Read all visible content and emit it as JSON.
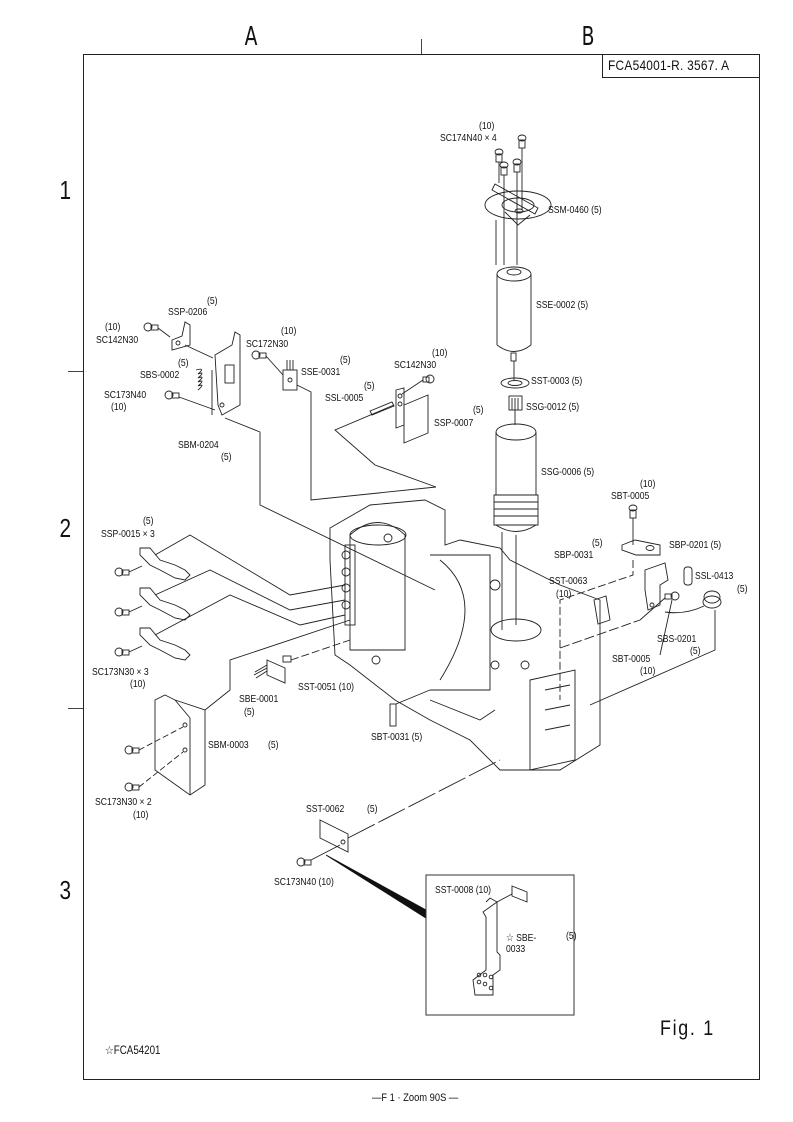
{
  "document": {
    "doc_number": "FCA54001-R. 3567. A",
    "figure_label": "Fig.  1",
    "reference": "☆FCA54201",
    "footer": "—F 1 · Zoom 90S —"
  },
  "grid": {
    "columns": [
      "A",
      "B"
    ],
    "rows": [
      "1",
      "2",
      "3"
    ]
  },
  "parts": [
    {
      "id": "sc174n40",
      "code": "SC174N40 × 4",
      "qty": "(10)"
    },
    {
      "id": "ssm-0460",
      "code": "SSM-0460",
      "qty": "(5)"
    },
    {
      "id": "sse-0002",
      "code": "SSE-0002",
      "qty": "(5)"
    },
    {
      "id": "sst-0003",
      "code": "SST-0003",
      "qty": "(5)"
    },
    {
      "id": "ssg-0012",
      "code": "SSG-0012",
      "qty": "(5)"
    },
    {
      "id": "ssg-0006",
      "code": "SSG-0006",
      "qty": "(5)"
    },
    {
      "id": "ssp-0206",
      "code": "SSP-0206",
      "qty": "(5)"
    },
    {
      "id": "sc142n30-a",
      "code": "SC142N30",
      "qty": "(10)"
    },
    {
      "id": "sbs-0002",
      "code": "SBS-0002",
      "qty": "(5)"
    },
    {
      "id": "sc173n40-a",
      "code": "SC173N40",
      "qty": "(10)"
    },
    {
      "id": "sbm-0204",
      "code": "SBM-0204",
      "qty": "(5)"
    },
    {
      "id": "sc172n30",
      "code": "SC172N30",
      "qty": "(10)"
    },
    {
      "id": "sse-0031",
      "code": "SSE-0031",
      "qty": "(5)"
    },
    {
      "id": "sc142n30-b",
      "code": "SC142N30",
      "qty": "(10)"
    },
    {
      "id": "ssl-0005",
      "code": "SSL-0005",
      "qty": "(5)"
    },
    {
      "id": "ssp-0007",
      "code": "SSP-0007",
      "qty": "(5)"
    },
    {
      "id": "sbt-0005-a",
      "code": "SBT-0005",
      "qty": "(10)"
    },
    {
      "id": "sbp-0201",
      "code": "SBP-0201",
      "qty": "(5)"
    },
    {
      "id": "sbp-0031",
      "code": "SBP-0031",
      "qty": "(5)"
    },
    {
      "id": "ssl-0413",
      "code": "SSL-0413",
      "qty": "(5)"
    },
    {
      "id": "sst-0063",
      "code": "SST-0063",
      "qty": "(10)"
    },
    {
      "id": "sbs-0201",
      "code": "SBS-0201",
      "qty": "(5)"
    },
    {
      "id": "sbt-0005-b",
      "code": "SBT-0005",
      "qty": "(10)"
    },
    {
      "id": "ssp-0015",
      "code": "SSP-0015 × 3",
      "qty": "(5)"
    },
    {
      "id": "sc173n30-3",
      "code": "SC173N30 × 3",
      "qty": "(10)"
    },
    {
      "id": "sbe-0001",
      "code": "SBE-0001",
      "qty": "(5)"
    },
    {
      "id": "sst-0051",
      "code": "SST-0051",
      "qty": "(10)"
    },
    {
      "id": "sbt-0031",
      "code": "SBT-0031",
      "qty": "(5)"
    },
    {
      "id": "sbm-0003",
      "code": "SBM-0003",
      "qty": "(5)"
    },
    {
      "id": "sc173n30-2",
      "code": "SC173N30 × 2",
      "qty": "(10)"
    },
    {
      "id": "sst-0062",
      "code": "SST-0062",
      "qty": "(5)"
    },
    {
      "id": "sc173n40-b",
      "code": "SC173N40",
      "qty": "(10)"
    },
    {
      "id": "sst-0008",
      "code": "SST-0008",
      "qty": "(10)"
    },
    {
      "id": "sbe-0033",
      "code": "☆ SBE-0033",
      "qty": "(5)"
    }
  ]
}
